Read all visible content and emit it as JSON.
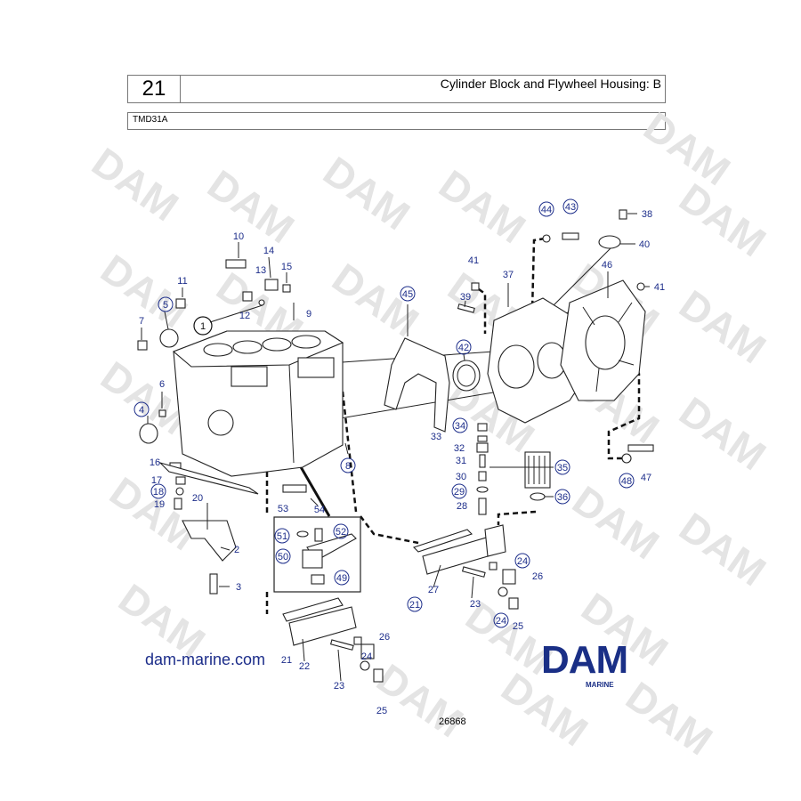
{
  "header": {
    "section_number": "21",
    "title": "Cylinder Block and Flywheel Housing: B",
    "model": "TMD31A"
  },
  "watermark": "DAM",
  "footer": {
    "website": "dam-marine.com",
    "figure_number": "26868",
    "brand_name": "DAM",
    "brand_sub": "MARINE"
  },
  "callouts": {
    "c1": "1",
    "c2": "2",
    "c3": "3",
    "c4": "4",
    "c5": "5",
    "c6": "6",
    "c7": "7",
    "c8": "8",
    "c9": "9",
    "c10": "10",
    "c11": "11",
    "c12": "12",
    "c13": "13",
    "c14": "14",
    "c15": "15",
    "c16": "16",
    "c17": "17",
    "c18": "18",
    "c19": "19",
    "c20": "20",
    "c21a": "21",
    "c21b": "21",
    "c22": "22",
    "c23a": "23",
    "c23b": "23",
    "c24a": "24",
    "c24b": "24",
    "c24c": "24",
    "c25a": "25",
    "c25b": "25",
    "c26a": "26",
    "c26b": "26",
    "c27": "27",
    "c28": "28",
    "c29": "29",
    "c30": "30",
    "c31": "31",
    "c32": "32",
    "c33": "33",
    "c34": "34",
    "c35": "35",
    "c36": "36",
    "c37": "37",
    "c38": "38",
    "c39": "39",
    "c40": "40",
    "c41a": "41",
    "c41b": "41",
    "c42": "42",
    "c43": "43",
    "c44": "44",
    "c45": "45",
    "c46": "46",
    "c47": "47",
    "c48": "48",
    "c49": "49",
    "c50": "50",
    "c51": "51",
    "c52": "52",
    "c53": "53",
    "c54": "54"
  },
  "colors": {
    "callout_blue": "#1c2d8a",
    "brand_blue": "#1a2f86",
    "watermark": "#e4e4e4"
  }
}
